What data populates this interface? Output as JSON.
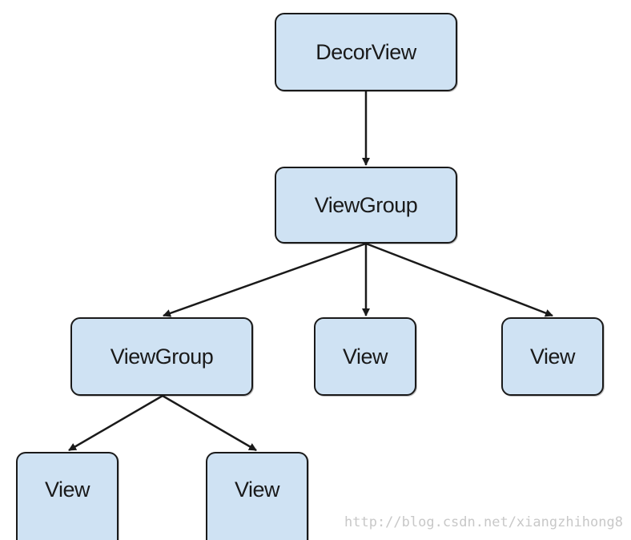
{
  "nodes": {
    "decor_view": "DecorView",
    "view_group_top": "ViewGroup",
    "view_group_child": "ViewGroup",
    "view_a": "View",
    "view_b": "View",
    "view_c": "View",
    "view_d": "View"
  },
  "edges": [
    {
      "from": "DecorView",
      "to": "ViewGroup"
    },
    {
      "from": "ViewGroup",
      "to": "ViewGroup"
    },
    {
      "from": "ViewGroup",
      "to": "View"
    },
    {
      "from": "ViewGroup",
      "to": "View"
    },
    {
      "from": "ViewGroup",
      "to": "View"
    },
    {
      "from": "ViewGroup",
      "to": "View"
    }
  ],
  "colors": {
    "node_fill": "#cfe2f3",
    "node_border": "#1a1a1a",
    "arrow": "#1a1a1a",
    "watermark": "#c8c8c8"
  },
  "watermark": "http://blog.csdn.net/xiangzhihong8"
}
